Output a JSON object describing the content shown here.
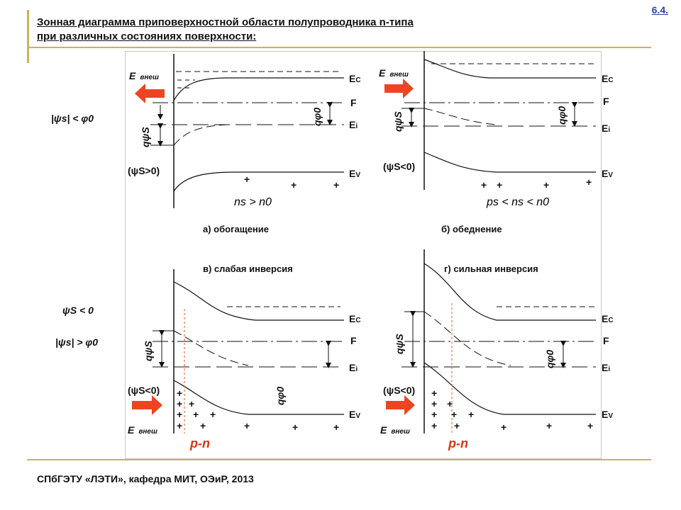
{
  "slide": {
    "number": "6.4.",
    "title_line1": "Зонная диаграмма приповерхностной области полупроводника n-типа",
    "title_line2": "при различных состояниях поверхности:",
    "footer": "СПбГЭТУ «ЛЭТИ», кафедра МИТ, ОЭиР, 2013"
  },
  "conditions": {
    "enrichment": "|ψs| < φ0",
    "inversion_1": "ψS < 0",
    "inversion_2": "|ψs| > φ0"
  },
  "common": {
    "field": "E",
    "field_sub": "внеш",
    "ec": "E",
    "ec_sub": "C",
    "ef": "F",
    "ei": "E",
    "ei_sub": "i",
    "ev": "E",
    "ev_sub": "V",
    "psi_s": "qψS",
    "phi0": "qφ0",
    "pn": "p-n"
  },
  "panels": {
    "a": {
      "caption": "а) обогащение",
      "sign": "(ψS>0)",
      "relation": "ns > n0"
    },
    "b": {
      "caption": "б) обеднение",
      "sign": "(ψS<0)",
      "relation": "ps < ns < n0"
    },
    "c": {
      "caption": "в) слабая инверсия",
      "sign": "(ψS<0)"
    },
    "d": {
      "caption": "г) сильная инверсия",
      "sign": "(ψS<0)"
    }
  },
  "colors": {
    "arrow": "#ee4422",
    "pn_line": "#ee5522",
    "accent": "#c8b45a",
    "slide_number": "#2a44aa"
  }
}
